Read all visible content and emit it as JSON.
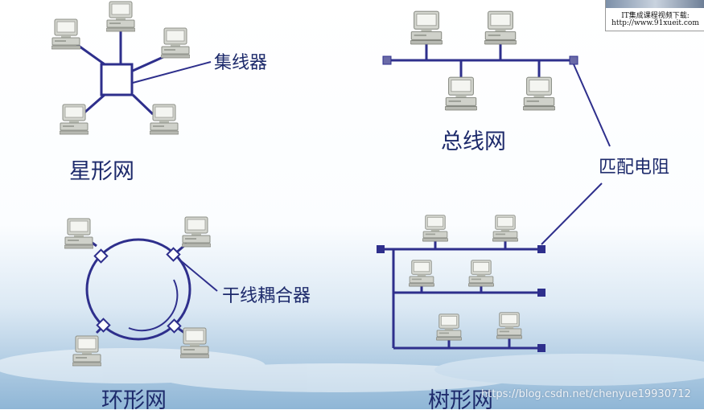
{
  "labels": {
    "hub": "集线器",
    "star": "星形网",
    "bus": "总线网",
    "terminator": "匹配电阻",
    "coupler": "干线耦合器",
    "ring": "环形网",
    "tree": "树形网"
  },
  "branding": {
    "line1": "IT集成课程视频下载:",
    "line2": "http://www.91xueit.com"
  },
  "watermark": "https://blog.csdn.net/chenyue19930712",
  "colors": {
    "line": "#2e2f8c",
    "label": "#1d2a6b",
    "sky_top": "#ffffff",
    "sky_bottom": "#8fb6d6"
  }
}
